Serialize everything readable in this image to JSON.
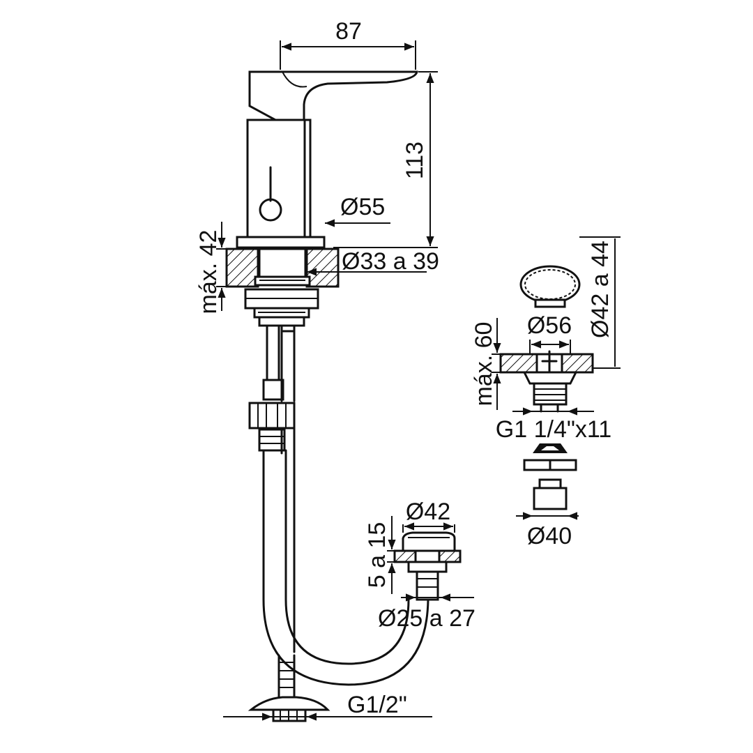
{
  "dimensions": {
    "handle_length": "87",
    "body_height": "113",
    "body_diameter": "Ø55",
    "deck_thickness_main": "máx. 42",
    "hole_main": "Ø33 a 39",
    "cap_diameter": "Ø42 a 44",
    "flange_diameter": "Ø56",
    "deck_thickness_drain": "máx. 60",
    "drain_thread": "G1 1/4\"x11",
    "tail_diameter": "Ø40",
    "small_flange_diameter": "Ø42",
    "small_deck_range": "5 a 15",
    "small_hole": "Ø25 a 27",
    "inlet_thread": "G1/2\""
  }
}
